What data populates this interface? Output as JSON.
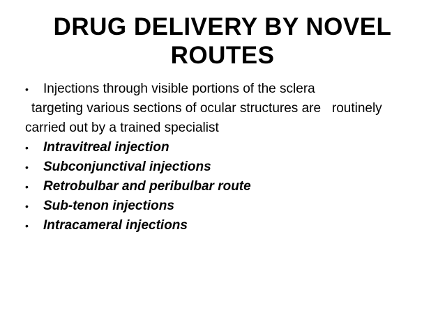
{
  "slide": {
    "title": "DRUG DELIVERY BY NOVEL ROUTES",
    "bullet_marker": "•",
    "intro_bullet": "Injections through visible portions of the sclera",
    "continuation_lines": [
      "targeting various sections of ocular structures are   routinely",
      "carried out by a trained specialist"
    ],
    "route_bullets": [
      "Intravitreal injection",
      "Subconjunctival injections",
      "Retrobulbar and peribulbar route",
      "Sub-tenon injections",
      "Intracameral injections"
    ],
    "colors": {
      "background": "#ffffff",
      "text": "#000000"
    }
  }
}
